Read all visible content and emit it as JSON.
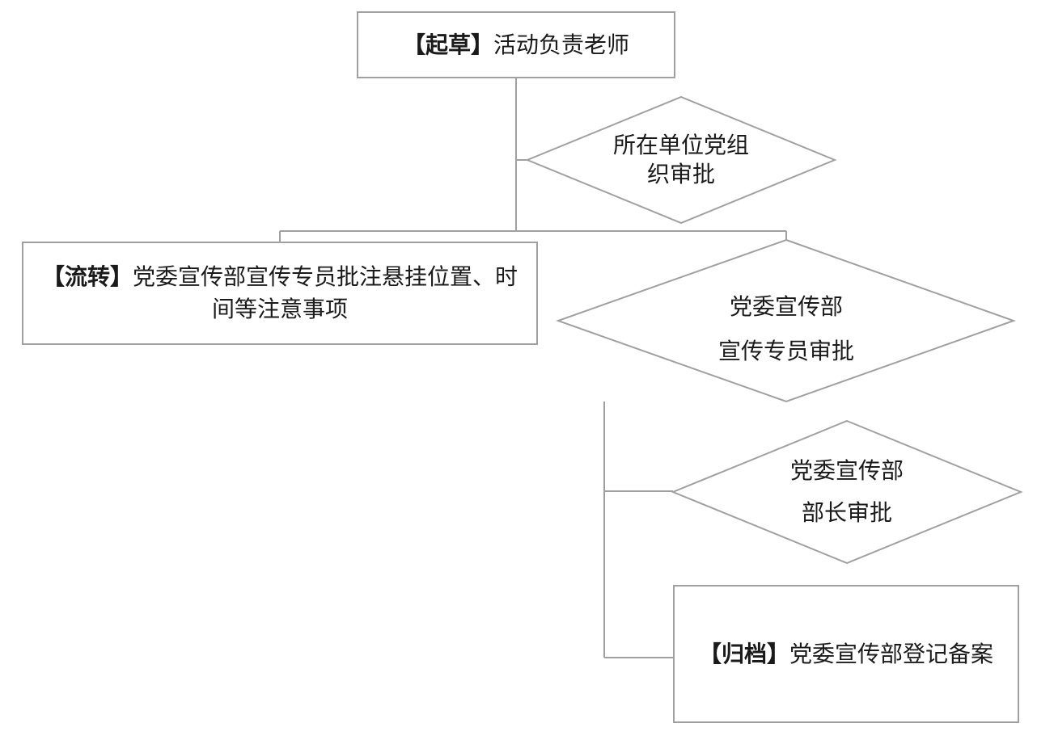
{
  "colors": {
    "line": "#a0a0a0",
    "text": "#1a1a1a",
    "bg": "#ffffff"
  },
  "flowchart": {
    "draft": {
      "bold": "【起草】",
      "text": "活动负责老师"
    },
    "unit_party_approval": {
      "lines": [
        "所在单位党组",
        "织审批"
      ]
    },
    "circulate": {
      "bold": "【流转】",
      "text": "党委宣传部宣传专员批注悬挂位置、时间等注意事项"
    },
    "publicity_specialist_approval": {
      "lines": [
        "党委宣传部",
        "宣传专员审批"
      ]
    },
    "publicity_director_approval": {
      "lines": [
        "党委宣传部",
        "部长审批"
      ]
    },
    "archive": {
      "bold": "【归档】",
      "text": "党委宣传部登记备案"
    }
  }
}
